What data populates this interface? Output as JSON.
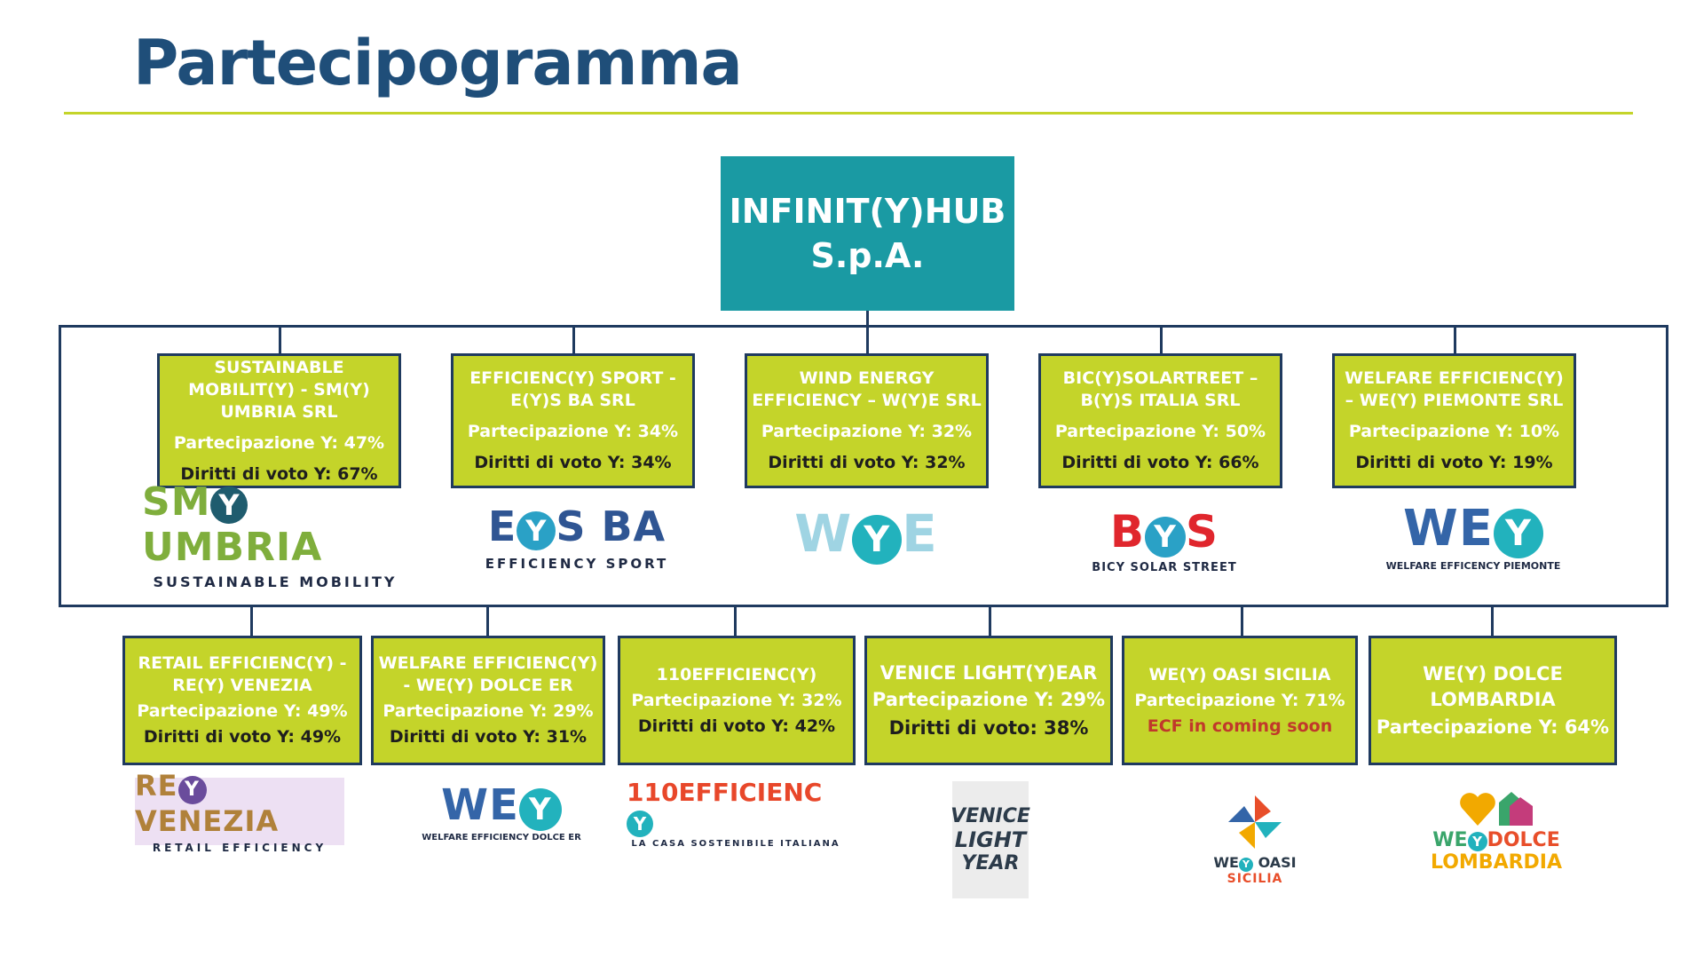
{
  "title": "Partecipogramma",
  "root": {
    "line1": "INFINIT(Y)HUB",
    "line2": "S.p.A."
  },
  "row1": [
    {
      "name": "SUSTAINABLE MOBILIT(Y) - SM(Y) UMBRIA SRL",
      "partecipazione": "Partecipazione Y: 47%",
      "voto": "Diritti di voto Y: 67%"
    },
    {
      "name": "EFFICIENC(Y) SPORT - E(Y)S BA SRL",
      "partecipazione": "Partecipazione Y: 34%",
      "voto": "Diritti di voto Y: 34%"
    },
    {
      "name": "WIND ENERGY EFFICIENCY – W(Y)E SRL",
      "partecipazione": "Partecipazione Y: 32%",
      "voto": "Diritti di voto Y: 32%"
    },
    {
      "name": "BIC(Y)SOLARTREET – B(Y)S ITALIA SRL",
      "partecipazione": "Partecipazione Y: 50%",
      "voto": "Diritti di voto Y: 66%"
    },
    {
      "name": "WELFARE EFFICIENC(Y) – WE(Y) PIEMONTE SRL",
      "partecipazione": "Partecipazione Y: 10%",
      "voto": "Diritti di voto Y: 19%"
    }
  ],
  "row2": [
    {
      "name": "RETAIL EFFICIENC(Y) - RE(Y) VENEZIA",
      "partecipazione": "Partecipazione Y: 49%",
      "voto": "Diritti di voto Y: 49%"
    },
    {
      "name": "WELFARE EFFICIENC(Y) - WE(Y) DOLCE ER",
      "partecipazione": "Partecipazione Y: 29%",
      "voto": "Diritti di voto Y: 31%"
    },
    {
      "name": "110EFFICIENC(Y)",
      "partecipazione": "Partecipazione Y: 32%",
      "voto": "Diritti di voto Y: 42%"
    },
    {
      "name": "VENICE LIGHT(Y)EAR",
      "partecipazione": "Partecipazione Y: 29%",
      "voto": "Diritti di voto: 38%"
    },
    {
      "name": "WE(Y) OASI SICILIA",
      "partecipazione": "Partecipazione Y: 71%",
      "voto": "ECF in coming soon"
    },
    {
      "name": "WE(Y) DOLCE LOMBARDIA",
      "partecipazione": "Partecipazione Y: 64%",
      "voto": ""
    }
  ],
  "logos": {
    "smy": {
      "a": "SM",
      "y": "Y",
      "b": "UMBRIA",
      "sub": "SUSTAINABLE MOBILITY"
    },
    "eys": {
      "a": "E",
      "y": "Y",
      "b": "S BA",
      "sub": "EFFICIENCY SPORT"
    },
    "wye": {
      "a": "W",
      "y": "Y",
      "b": "E"
    },
    "bys": {
      "a": "B",
      "y": "Y",
      "b": "S",
      "sub": "BICY SOLAR STREET"
    },
    "wey_p": {
      "a": "WE",
      "y": "Y",
      "sub": "WELFARE EFFICENCY PIEMONTE"
    },
    "rey": {
      "a": "RE",
      "y": "Y",
      "b": "VENEZIA",
      "sub": "RETAIL EFFICIENCY"
    },
    "wey_er": {
      "a": "WE",
      "y": "Y",
      "sub": "WELFARE EFFICIENCY DOLCE ER"
    },
    "e110": {
      "a": "110EFFICIENC",
      "y": "Y",
      "sub": "LA CASA SOSTENIBILE ITALIANA"
    },
    "vly": {
      "l1": "VENICE",
      "l2": "LIGHT",
      "l3": "YEAR"
    },
    "oasi": {
      "a": "WE",
      "y": "Y",
      "b": "OASI",
      "sub": "SICILIA"
    },
    "dolce": {
      "a": "WE",
      "y": "Y",
      "b": "DOLCE",
      "sub": "LOMBARDIA"
    }
  },
  "colors": {
    "title": "#1f4e79",
    "accent": "#c4d42a",
    "root": "#1a9aa3",
    "line": "#1f3a5f",
    "warning": "#c0392b"
  }
}
